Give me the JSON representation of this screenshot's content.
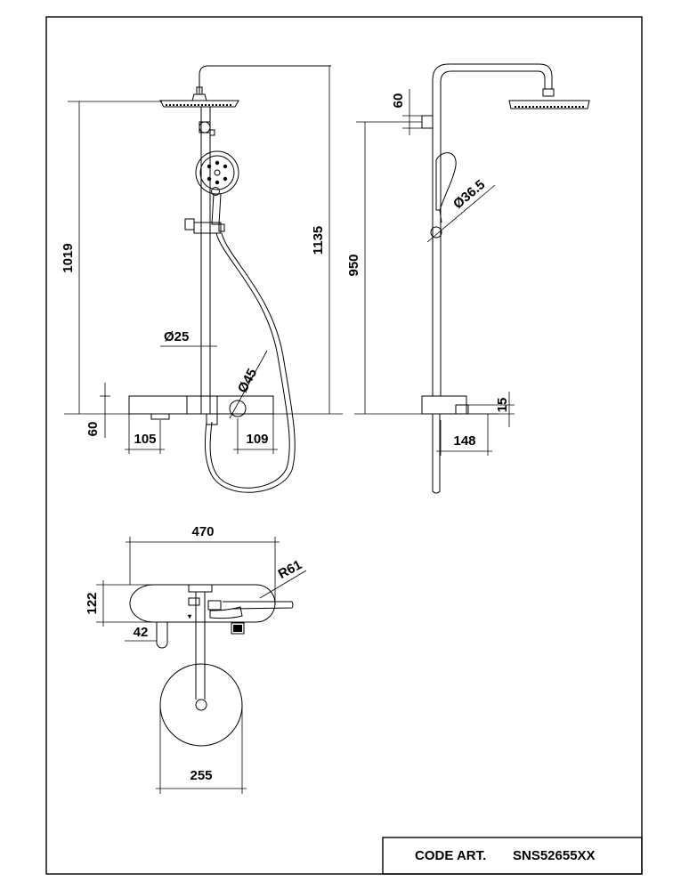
{
  "drawing": {
    "front_view": {
      "dim_height_head": "1019",
      "dim_height_total": "1135",
      "dim_pipe_diameter": "Ø25",
      "dim_knob_diameter": "Ø45",
      "dim_bottom_offset": "60",
      "dim_spout_offset": "105",
      "dim_knob_offset": "109"
    },
    "side_view": {
      "dim_arm_offset": "60",
      "dim_height": "950",
      "dim_handle_diameter": "Ø36.5",
      "dim_shelf_thickness": "15",
      "dim_depth": "148"
    },
    "top_view": {
      "dim_width": "470",
      "dim_radius": "R61",
      "dim_depth": "122",
      "dim_offset": "42",
      "dim_head_diameter": "255"
    },
    "title_block": {
      "code_label": "CODE ART.",
      "code_value": "SNS52655XX"
    }
  }
}
